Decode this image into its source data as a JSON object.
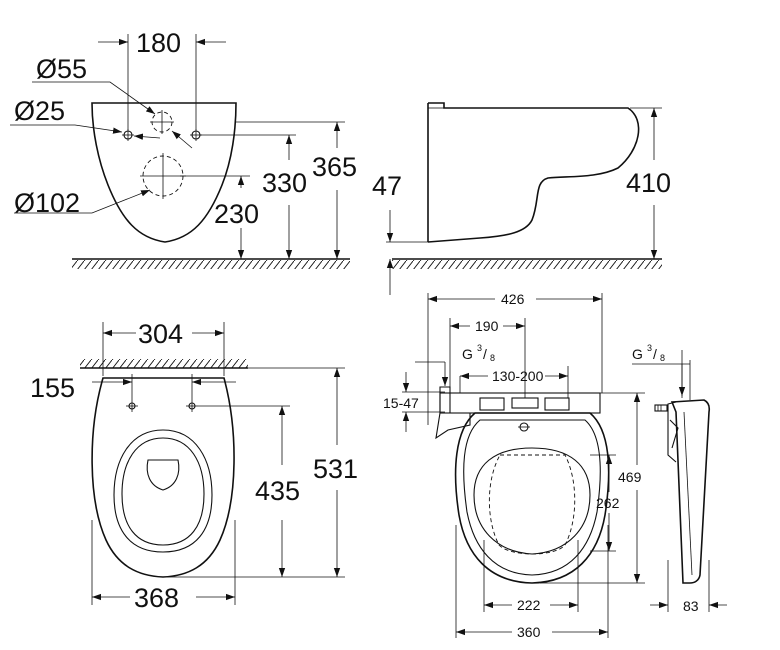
{
  "front_view": {
    "dim_180": "180",
    "dim_55": "Ø55",
    "dim_25": "Ø25",
    "dim_102": "Ø102",
    "dim_230": "230",
    "dim_330": "330",
    "dim_365": "365"
  },
  "side_view": {
    "dim_47": "47",
    "dim_410": "410"
  },
  "top_view": {
    "dim_304": "304",
    "dim_155": "155",
    "dim_435": "435",
    "dim_531": "531",
    "dim_368": "368"
  },
  "seat_view": {
    "dim_426": "426",
    "dim_190": "190",
    "thread_g": "G",
    "thread_num": "3",
    "thread_den": "8",
    "dim_130_200": "130-200",
    "dim_15_47": "15-47",
    "dim_469": "469",
    "dim_262": "262",
    "dim_222": "222",
    "dim_360": "360"
  },
  "seat_side_view": {
    "thread_g": "G",
    "thread_num": "3",
    "thread_den": "8",
    "dim_83": "83"
  }
}
